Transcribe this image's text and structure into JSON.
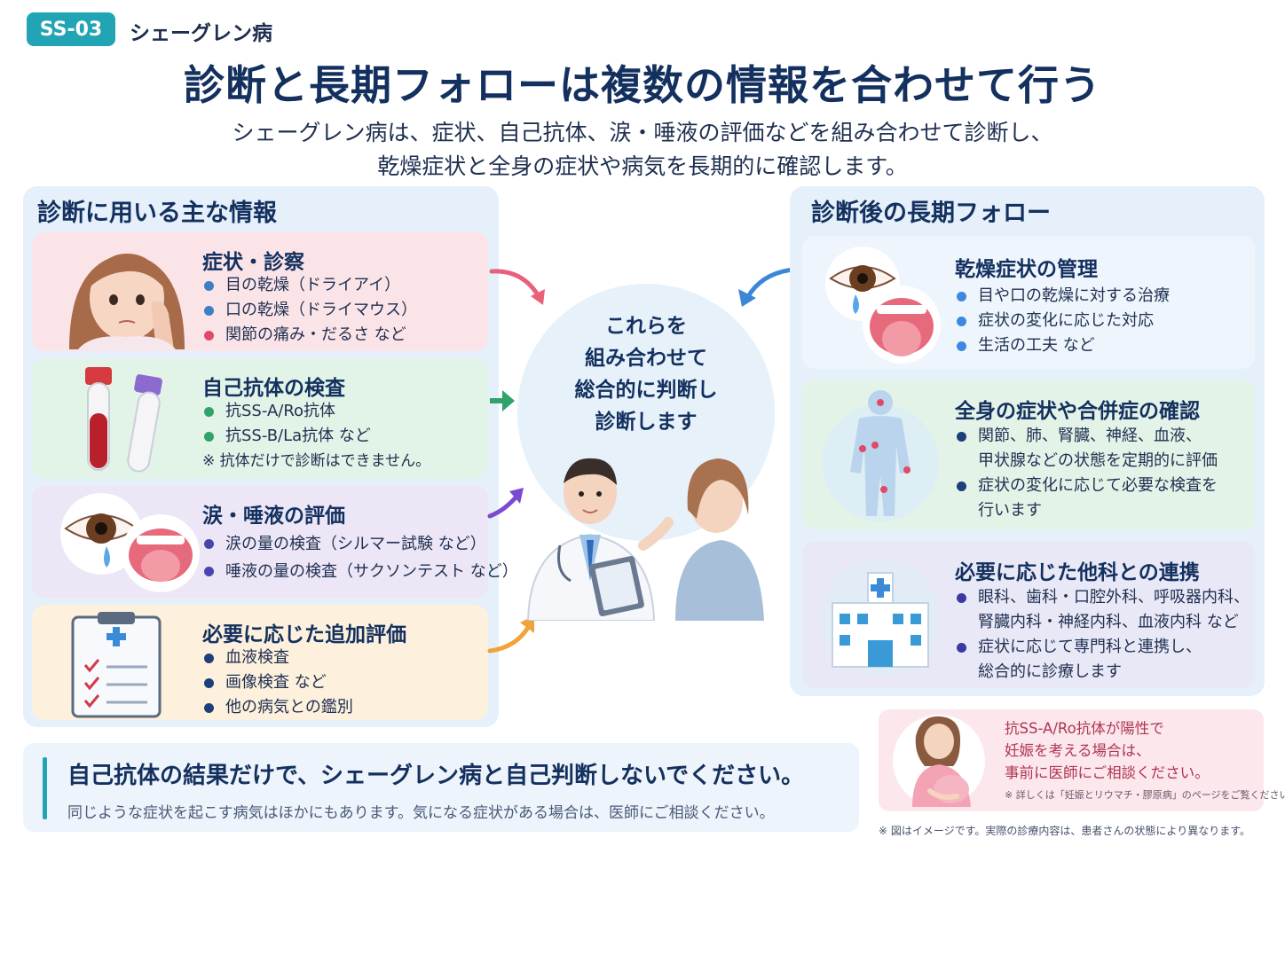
{
  "header": {
    "badge": "SS-03",
    "disease": "シェーグレン病",
    "title": "診断と長期フォローは複数の情報を合わせて行う",
    "subtitle_line1": "シェーグレン病は、症状、自己抗体、涙・唾液の評価などを組み合わせて診断し、",
    "subtitle_line2": "乾燥症状と全身の症状や病気を長期的に確認します。"
  },
  "left_panel": {
    "title": "診断に用いる主な情報",
    "cards": [
      {
        "title": "症状・診察",
        "items": [
          {
            "text": "目の乾燥（ドライアイ）",
            "dot": "#3b7fc4"
          },
          {
            "text": "口の乾燥（ドライマウス）",
            "dot": "#3b7fc4"
          },
          {
            "text": "関節の痛み・だるさ など",
            "dot": "#e04a6a"
          }
        ]
      },
      {
        "title": "自己抗体の検査",
        "items": [
          {
            "text": "抗SS-A/Ro抗体",
            "dot": "#2fa36b"
          },
          {
            "text": "抗SS-B/La抗体 など",
            "dot": "#2fa36b"
          }
        ],
        "note": "※ 抗体だけで診断はできません。"
      },
      {
        "title": "涙・唾液の評価",
        "items": [
          {
            "text": "涙の量の検査（シルマー試験 など）",
            "dot": "#4a44b0"
          },
          {
            "text": "唾液の量の検査（サクソンテスト など）",
            "dot": "#4a44b0"
          }
        ]
      },
      {
        "title": "必要に応じた追加評価",
        "items": [
          {
            "text": "血液検査",
            "dot": "#1d3f7a"
          },
          {
            "text": "画像検査 など",
            "dot": "#1d3f7a"
          },
          {
            "text": "他の病気との鑑別",
            "dot": "#1d3f7a"
          }
        ]
      }
    ]
  },
  "center": {
    "line1": "これらを",
    "line2": "組み合わせて",
    "line3": "総合的に判断し",
    "line4": "診断します"
  },
  "right_panel": {
    "title": "診断後の長期フォロー",
    "cards": [
      {
        "title": "乾燥症状の管理",
        "items": [
          {
            "text": "目や口の乾燥に対する治療",
            "dot": "#3b8ae0"
          },
          {
            "text": "症状の変化に応じた対応",
            "dot": "#3b8ae0"
          },
          {
            "text": "生活の工夫 など",
            "dot": "#3b8ae0"
          }
        ]
      },
      {
        "title": "全身の症状や合併症の確認",
        "items": [
          {
            "text": "関節、肺、腎臓、神経、血液、",
            "cont": "甲状腺などの状態を定期的に評価",
            "dot": "#1d3f7a"
          },
          {
            "text": "症状の変化に応じて必要な検査を",
            "cont": "行います",
            "dot": "#1d3f7a"
          }
        ]
      },
      {
        "title": "必要に応じた他科との連携",
        "items": [
          {
            "text": "眼科、歯科・口腔外科、呼吸器内科、",
            "cont": "腎臓内科・神経内科、血液内科 など",
            "dot": "#3a3aa0"
          },
          {
            "text": "症状に応じて専門科と連携し、",
            "cont": "総合的に診療します",
            "dot": "#3a3aa0"
          }
        ]
      }
    ]
  },
  "bottom": {
    "main": "自己抗体の結果だけで、シェーグレン病と自己判断しないでください。",
    "sub": "同じような症状を起こす病気はほかにもあります。気になる症状がある場合は、医師にご相談ください。"
  },
  "pregnancy": {
    "line1": "抗SS-A/Ro抗体が陽性で",
    "line2": "妊娠を考える場合は、",
    "line3": "事前に医師にご相談ください。",
    "note": "※ 詳しくは「妊娠とリウマチ・膠原病」のページをご覧ください。"
  },
  "footnote": "※ 図はイメージです。実際の診療内容は、患者さんの状態により異なります。",
  "colors": {
    "accent": "#21a4b3",
    "navy": "#13305f",
    "pink_card": "#fbe4e8",
    "green_card": "#e2f3e7",
    "purple_card": "#ece6f6",
    "orange_card": "#fdf0dc"
  }
}
